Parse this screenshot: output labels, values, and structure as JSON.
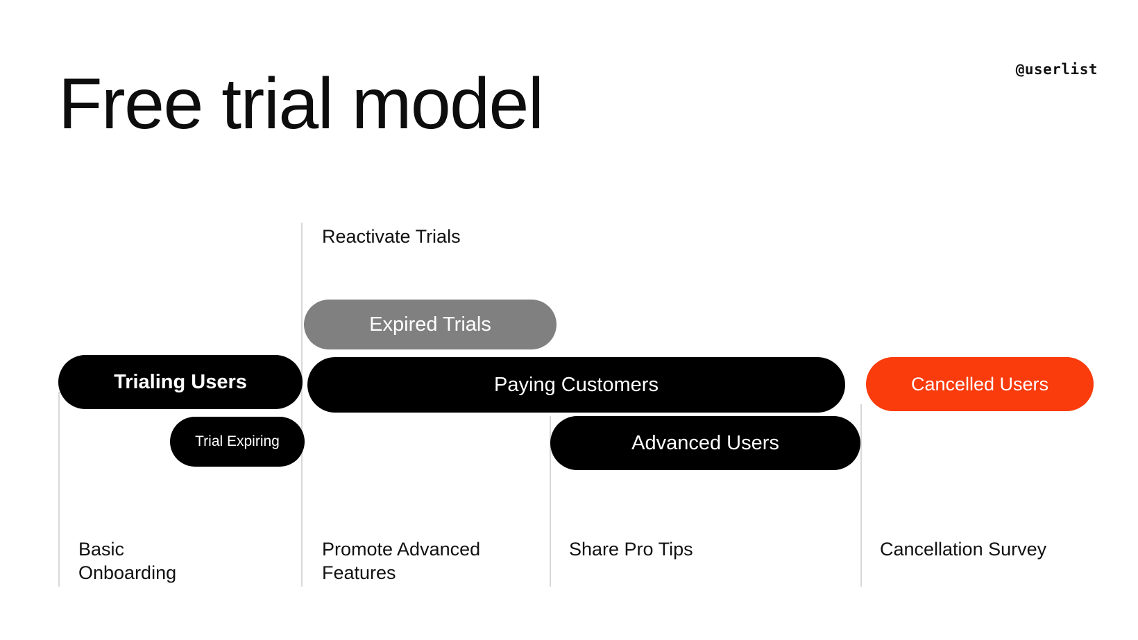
{
  "slide": {
    "title": "Free trial model",
    "watermark": "@userlist",
    "background_color": "#ffffff"
  },
  "colors": {
    "black": "#000000",
    "gray": "#808080",
    "orange": "#fa3b0c",
    "divider": "#d8d8d8",
    "text": "#111111"
  },
  "diagram": {
    "type": "lifecycle-stage-diagram",
    "segments": [
      {
        "id": "expired-trials",
        "label": "Expired Trials",
        "color": "#808080",
        "row": "upper",
        "text_color": "#ffffff"
      },
      {
        "id": "trialing-users",
        "label": "Trialing Users",
        "color": "#000000",
        "row": "main",
        "text_color": "#ffffff"
      },
      {
        "id": "paying-customers",
        "label": "Paying Customers",
        "color": "#000000",
        "row": "main",
        "text_color": "#ffffff"
      },
      {
        "id": "cancelled-users",
        "label": "Cancelled Users",
        "color": "#fa3b0c",
        "row": "main",
        "text_color": "#ffffff"
      },
      {
        "id": "trial-expiring",
        "label": "Trial Expiring",
        "color": "#000000",
        "row": "lower",
        "text_color": "#ffffff"
      },
      {
        "id": "advanced-users",
        "label": "Advanced Users",
        "color": "#000000",
        "row": "lower",
        "text_color": "#ffffff"
      }
    ],
    "flow_labels": [
      {
        "id": "reactivate-trials",
        "label": "Reactivate Trials"
      }
    ],
    "stage_labels": [
      {
        "id": "basic-onboarding",
        "line1": "Basic",
        "line2": "Onboarding"
      },
      {
        "id": "promote-advanced-features",
        "line1": "Promote Advanced",
        "line2": "Features"
      },
      {
        "id": "share-pro-tips",
        "line1": "Share Pro Tips",
        "line2": ""
      },
      {
        "id": "cancellation-survey",
        "line1": "Cancellation Survey",
        "line2": ""
      }
    ]
  }
}
